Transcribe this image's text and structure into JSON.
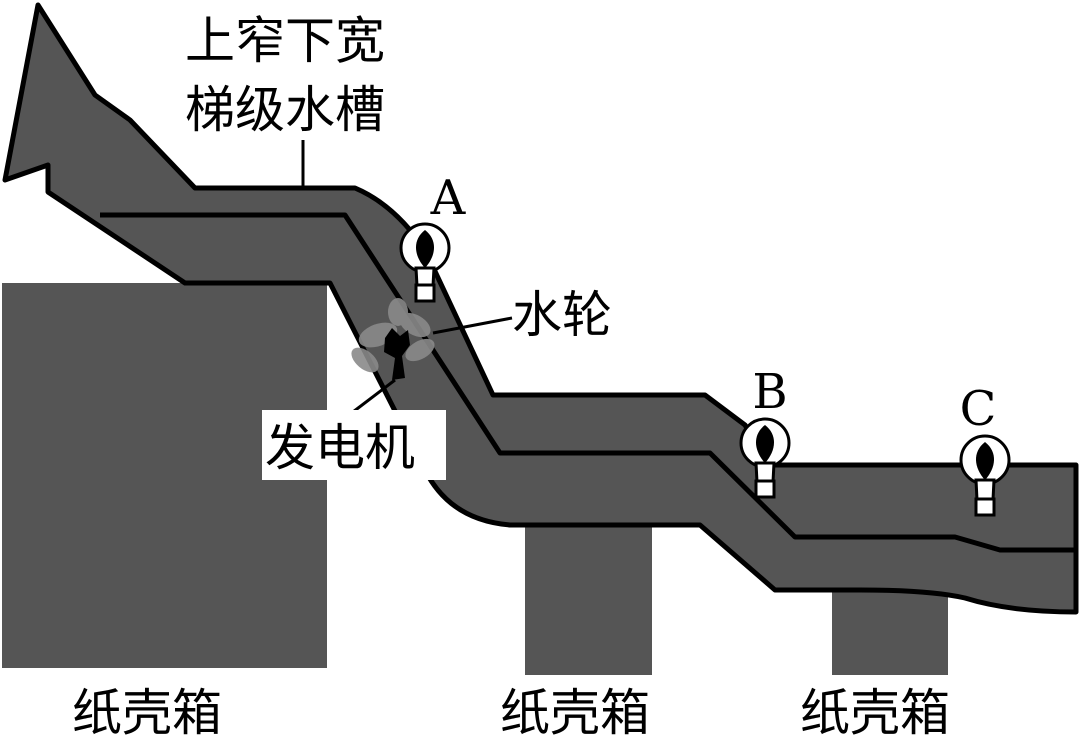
{
  "labels": {
    "trough_line1": "上窄下宽",
    "trough_line2": "梯级水槽",
    "water_wheel": "水轮",
    "generator": "发电机",
    "bulb_a": "A",
    "bulb_b": "B",
    "bulb_c": "C",
    "box_left": "纸壳箱",
    "box_middle": "纸壳箱",
    "box_right": "纸壳箱"
  },
  "colors": {
    "trough_fill": "#555555",
    "box_fill": "#555555",
    "outline": "#000000",
    "background": "#ffffff",
    "wheel_blades": "#8a8a8a"
  },
  "icons": [
    "light-bulb-icon",
    "water-wheel-icon",
    "generator-icon"
  ]
}
